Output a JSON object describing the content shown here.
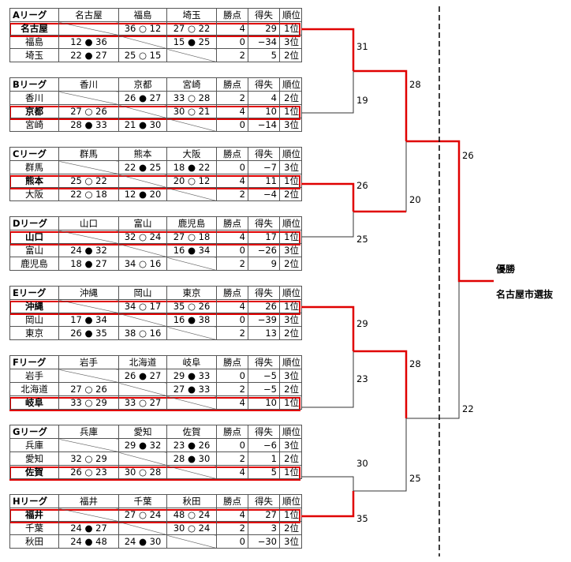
{
  "leagues": [
    {
      "name": "Aリーグ",
      "cols": [
        "名古屋",
        "福島",
        "埼玉"
      ],
      "stat_headers": [
        "勝点",
        "得失",
        "順位"
      ],
      "rows": [
        {
          "team": "名古屋",
          "r": [
            "",
            "36 ○ 12",
            "27 ○ 22"
          ],
          "pts": "4",
          "diff": "29",
          "rank": "1位",
          "winner": true
        },
        {
          "team": "福島",
          "r": [
            "12 ● 36",
            "",
            "15 ● 25"
          ],
          "pts": "0",
          "diff": "−34",
          "rank": "3位",
          "winner": false
        },
        {
          "team": "埼玉",
          "r": [
            "22 ● 27",
            "25 ○ 15",
            ""
          ],
          "pts": "2",
          "diff": "5",
          "rank": "2位",
          "winner": false
        }
      ]
    },
    {
      "name": "Bリーグ",
      "cols": [
        "香川",
        "京都",
        "宮崎"
      ],
      "stat_headers": [
        "勝点",
        "得失",
        "順位"
      ],
      "rows": [
        {
          "team": "香川",
          "r": [
            "",
            "26 ● 27",
            "33 ○ 28"
          ],
          "pts": "2",
          "diff": "4",
          "rank": "2位",
          "winner": false
        },
        {
          "team": "京都",
          "r": [
            "27 ○ 26",
            "",
            "30 ○ 21"
          ],
          "pts": "4",
          "diff": "10",
          "rank": "1位",
          "winner": true
        },
        {
          "team": "宮崎",
          "r": [
            "28 ● 33",
            "21 ● 30",
            ""
          ],
          "pts": "0",
          "diff": "−14",
          "rank": "3位",
          "winner": false
        }
      ]
    },
    {
      "name": "Cリーグ",
      "cols": [
        "群馬",
        "熊本",
        "大阪"
      ],
      "stat_headers": [
        "勝点",
        "得失",
        "順位"
      ],
      "rows": [
        {
          "team": "群馬",
          "r": [
            "",
            "22 ● 25",
            "18 ● 22"
          ],
          "pts": "0",
          "diff": "−7",
          "rank": "3位",
          "winner": false
        },
        {
          "team": "熊本",
          "r": [
            "25 ○ 22",
            "",
            "20 ○ 12"
          ],
          "pts": "4",
          "diff": "11",
          "rank": "1位",
          "winner": true
        },
        {
          "team": "大阪",
          "r": [
            "22 ○ 18",
            "12 ● 20",
            ""
          ],
          "pts": "2",
          "diff": "−4",
          "rank": "2位",
          "winner": false
        }
      ]
    },
    {
      "name": "Dリーグ",
      "cols": [
        "山口",
        "富山",
        "鹿児島"
      ],
      "stat_headers": [
        "勝点",
        "得失",
        "順位"
      ],
      "rows": [
        {
          "team": "山口",
          "r": [
            "",
            "32 ○ 24",
            "27 ○ 18"
          ],
          "pts": "4",
          "diff": "17",
          "rank": "1位",
          "winner": true
        },
        {
          "team": "富山",
          "r": [
            "24 ● 32",
            "",
            "16 ● 34"
          ],
          "pts": "0",
          "diff": "−26",
          "rank": "3位",
          "winner": false
        },
        {
          "team": "鹿児島",
          "r": [
            "18 ● 27",
            "34 ○ 16",
            ""
          ],
          "pts": "2",
          "diff": "9",
          "rank": "2位",
          "winner": false
        }
      ]
    },
    {
      "name": "Eリーグ",
      "cols": [
        "沖縄",
        "岡山",
        "東京"
      ],
      "stat_headers": [
        "勝点",
        "得失",
        "順位"
      ],
      "rows": [
        {
          "team": "沖縄",
          "r": [
            "",
            "34 ○ 17",
            "35 ○ 26"
          ],
          "pts": "4",
          "diff": "26",
          "rank": "1位",
          "winner": true
        },
        {
          "team": "岡山",
          "r": [
            "17 ● 34",
            "",
            "16 ● 38"
          ],
          "pts": "0",
          "diff": "−39",
          "rank": "3位",
          "winner": false
        },
        {
          "team": "東京",
          "r": [
            "26 ● 35",
            "38 ○ 16",
            ""
          ],
          "pts": "2",
          "diff": "13",
          "rank": "2位",
          "winner": false
        }
      ]
    },
    {
      "name": "Fリーグ",
      "cols": [
        "岩手",
        "北海道",
        "岐阜"
      ],
      "stat_headers": [
        "勝点",
        "得失",
        "順位"
      ],
      "rows": [
        {
          "team": "岩手",
          "r": [
            "",
            "26 ● 27",
            "29 ● 33"
          ],
          "pts": "0",
          "diff": "−5",
          "rank": "3位",
          "winner": false
        },
        {
          "team": "北海道",
          "r": [
            "27 ○ 26",
            "",
            "27 ● 33"
          ],
          "pts": "2",
          "diff": "−5",
          "rank": "2位",
          "winner": false
        },
        {
          "team": "岐阜",
          "r": [
            "33 ○ 29",
            "33 ○ 27",
            ""
          ],
          "pts": "4",
          "diff": "10",
          "rank": "1位",
          "winner": true
        }
      ]
    },
    {
      "name": "Gリーグ",
      "cols": [
        "兵庫",
        "愛知",
        "佐賀"
      ],
      "stat_headers": [
        "勝点",
        "得失",
        "順位"
      ],
      "rows": [
        {
          "team": "兵庫",
          "r": [
            "",
            "29 ● 32",
            "23 ● 26"
          ],
          "pts": "0",
          "diff": "−6",
          "rank": "3位",
          "winner": false
        },
        {
          "team": "愛知",
          "r": [
            "32 ○ 29",
            "",
            "28 ● 30"
          ],
          "pts": "2",
          "diff": "1",
          "rank": "2位",
          "winner": false
        },
        {
          "team": "佐賀",
          "r": [
            "26 ○ 23",
            "30 ○ 28",
            ""
          ],
          "pts": "4",
          "diff": "5",
          "rank": "1位",
          "winner": true
        }
      ]
    },
    {
      "name": "Hリーグ",
      "cols": [
        "福井",
        "千葉",
        "秋田"
      ],
      "stat_headers": [
        "勝点",
        "得失",
        "順位"
      ],
      "rows": [
        {
          "team": "福井",
          "r": [
            "",
            "27 ○ 24",
            "48 ○ 24"
          ],
          "pts": "4",
          "diff": "27",
          "rank": "1位",
          "winner": true
        },
        {
          "team": "千葉",
          "r": [
            "24 ● 27",
            "",
            "30 ○ 24"
          ],
          "pts": "2",
          "diff": "3",
          "rank": "2位",
          "winner": false
        },
        {
          "team": "秋田",
          "r": [
            "24 ● 48",
            "24 ● 30",
            ""
          ],
          "pts": "0",
          "diff": "−30",
          "rank": "3位",
          "winner": false
        }
      ]
    }
  ],
  "bracket": {
    "r1": [
      "31",
      "19",
      "26",
      "25",
      "29",
      "23",
      "30",
      "35"
    ],
    "r2": [
      "28",
      "20",
      "28",
      "25"
    ],
    "r3": [
      "26",
      "22"
    ]
  },
  "champion": {
    "label": "優勝",
    "team": "名古屋市選抜"
  },
  "colors": {
    "highlight": "#e00000",
    "grid": "#555555"
  }
}
